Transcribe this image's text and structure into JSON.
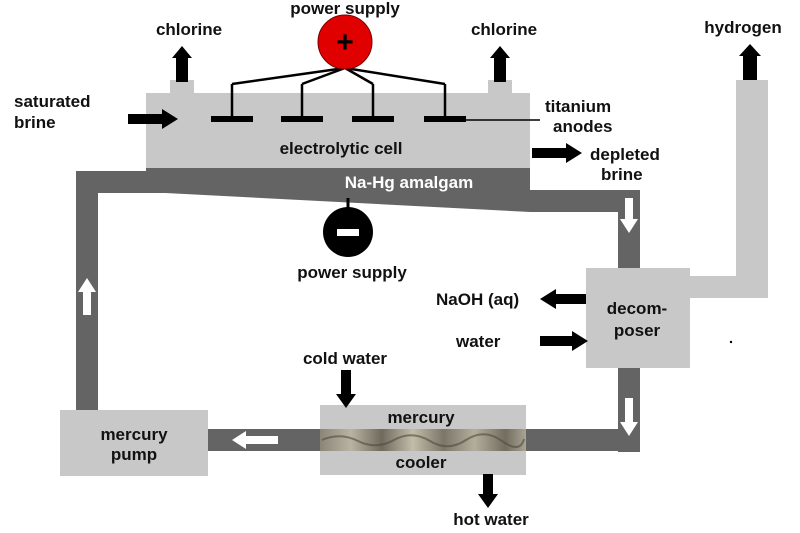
{
  "labels": {
    "power_supply_top": "power supply",
    "chlorine_left": "chlorine",
    "chlorine_right": "chlorine",
    "hydrogen": "hydrogen",
    "saturated_brine_1": "saturated",
    "saturated_brine_2": "brine",
    "titanium_1": "titanium",
    "titanium_2": "anodes",
    "electrolytic_cell": "electrolytic cell",
    "depleted_1": "depleted",
    "depleted_2": "brine",
    "amalgam": "Na-Hg amalgam",
    "power_supply_bottom": "power supply",
    "naoh": "NaOH (aq)",
    "water": "water",
    "decomposer_1": "decom-",
    "decomposer_2": "poser",
    "cold_water": "cold water",
    "mercury_cooler_1": "mercury",
    "mercury_cooler_2": "cooler",
    "mercury_pump_1": "mercury",
    "mercury_pump_2": "pump",
    "hot_water": "hot water"
  },
  "symbols": {
    "positive": "+",
    "negative": "-"
  },
  "colors": {
    "box_fill": "#c8c8c8",
    "pipe": "#646464",
    "positive_terminal": "#e00000",
    "negative_terminal": "#000000",
    "arrow": "#000000",
    "arrow_hollow": "#ffffff"
  }
}
